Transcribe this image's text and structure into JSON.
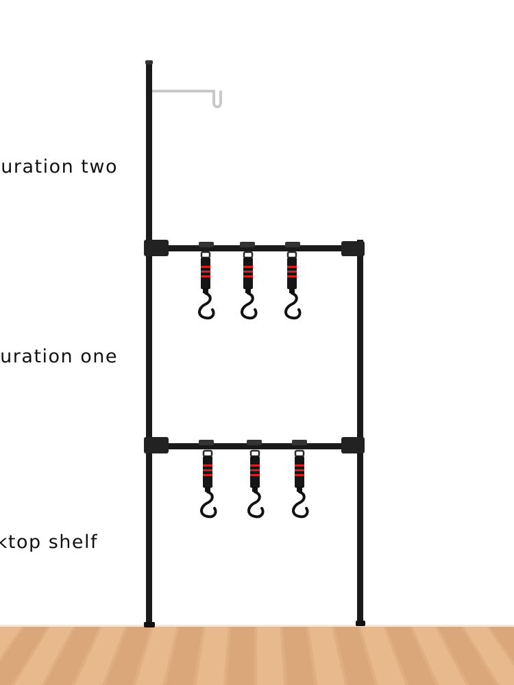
{
  "labels": {
    "configuration_two": "guration two",
    "configuration_one": "guration one",
    "desktop_shelf": "sktop shelf"
  },
  "colors": {
    "background": "#ffffff",
    "pole": "#1a1a1a",
    "strap": "#161616",
    "strap_accent": "#d42222",
    "hook_arm": "#c8c8c8",
    "wood_light": "#e9b98e",
    "wood_mid": "#d9a77a",
    "wood_gap": "#f6e6d6"
  },
  "icons": {
    "lantern_hook": "lantern-hook-icon",
    "s_hook": "s-hook-icon"
  }
}
